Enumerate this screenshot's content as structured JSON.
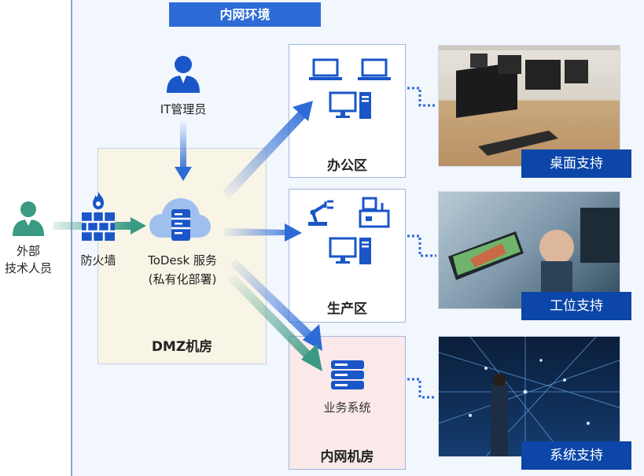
{
  "banner": "内网环境",
  "external": {
    "line1": "外部",
    "line2": "技术人员"
  },
  "firewall": "防火墙",
  "it_admin": "IT管理员",
  "todesk": {
    "line1": "ToDesk 服务",
    "line2": "(私有化部署)"
  },
  "dmz": "DMZ机房",
  "zones": {
    "office": "办公区",
    "production": "生产区",
    "business_system": "业务系统",
    "intranet_room": "内网机房"
  },
  "supports": {
    "desktop": "桌面支持",
    "workstation": "工位支持",
    "system": "系统支持"
  },
  "colors": {
    "accent_blue": "#2d6bd6",
    "icon_blue": "#1a56c8",
    "green": "#3a9a82",
    "dmz_bg": "#f8f4e6",
    "intranet_bg": "#fbe9ea",
    "tag_blue": "#0b46a8"
  }
}
